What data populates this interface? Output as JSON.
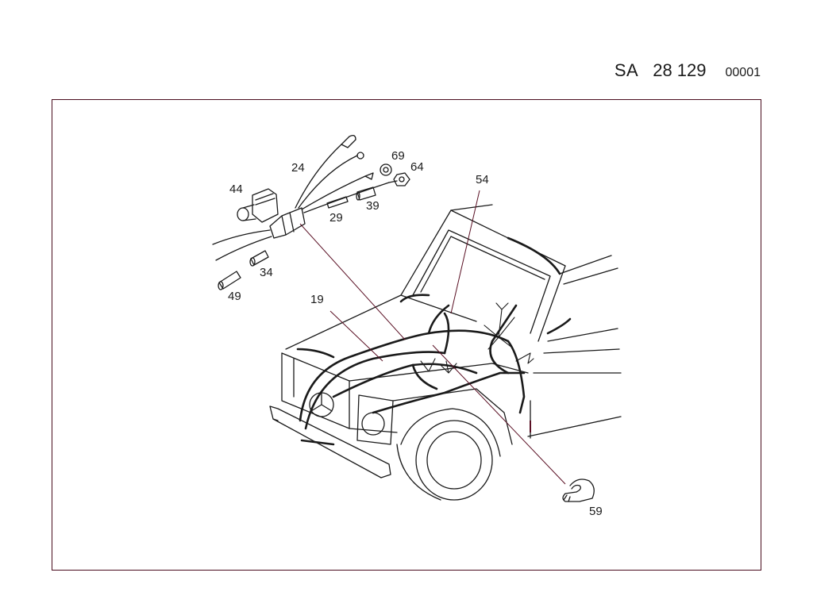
{
  "header": {
    "prefix": "SA",
    "number": "28 129",
    "suffix": "00001"
  },
  "callouts": {
    "p19": "19",
    "p24": "24",
    "p29": "29",
    "p34": "34",
    "p39": "39",
    "p44": "44",
    "p49": "49",
    "p54": "54",
    "p59": "59",
    "p64": "64",
    "p69": "69"
  },
  "colors": {
    "frame": "#4a0c1e",
    "line": "#1a1a1a",
    "leader": "#5a1024"
  }
}
